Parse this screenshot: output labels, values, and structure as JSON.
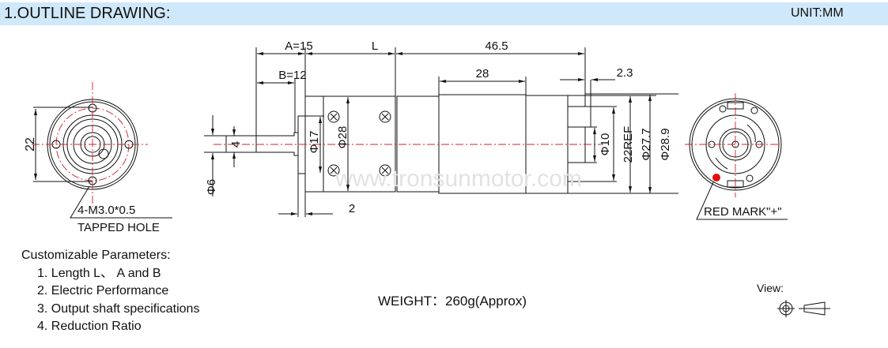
{
  "header": {
    "title": "1.OUTLINE DRAWING:",
    "unit": "UNIT:MM"
  },
  "front_view": {
    "dim_22": "22",
    "hole_note_1": "4-M3.0*0.5",
    "hole_note_2": "TAPPED HOLE"
  },
  "side_view": {
    "dim_a": "A=15",
    "dim_b": "B=12",
    "dim_l": "L",
    "dim_total": "46.5",
    "dim_can": "28",
    "dim_cap": "2.3",
    "dim_flat": "4",
    "dim_shaft": "Φ6",
    "dim_flange_thk": "2",
    "dim_boss": "Φ17",
    "dim_gearbox": "Φ28",
    "dim_bearing": "Φ10",
    "dim_ref": "22REF",
    "dim_body": "Φ27.7",
    "dim_body_max": "Φ28.9",
    "watermark": "www.tronsunmotor.com"
  },
  "rear_view": {
    "note": "RED MARK\"+\"",
    "mark_color": "#e01010"
  },
  "params": {
    "title": "Customizable Parameters:",
    "items": [
      "1. Length  L、 A and B",
      "2. Electric Performance",
      "3. Output shaft specifications",
      "4. Reduction Ratio"
    ]
  },
  "weight": "WEIGHT：260g(Approx)",
  "view_label": "View:"
}
